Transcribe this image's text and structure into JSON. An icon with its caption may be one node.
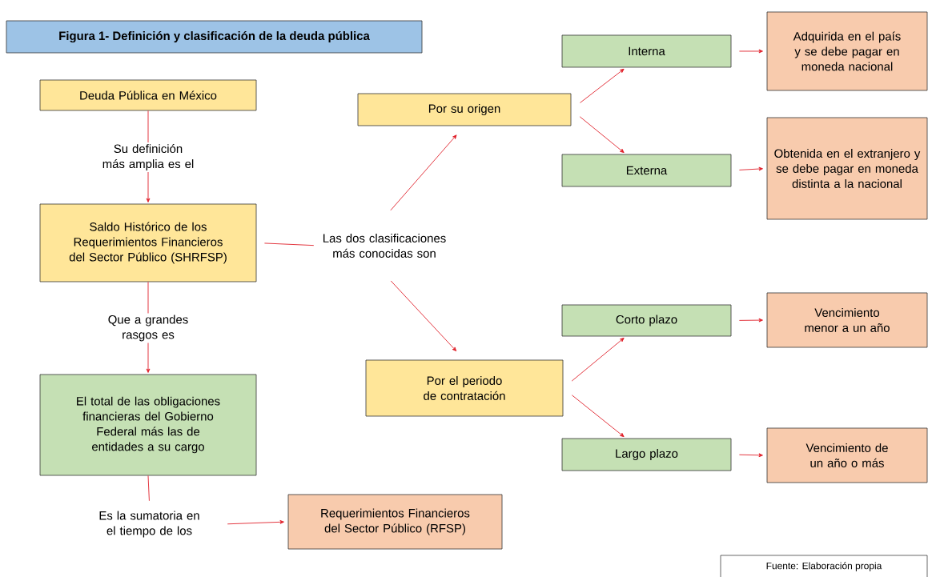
{
  "diagram": {
    "title": "Figura 1- Definición y clasificación de la deuda pública",
    "caption": "Fuente: Elaboración propia",
    "nodes": [
      {
        "text": [
          "Deuda Pública en México"
        ]
      },
      {
        "text": [
          "Saldo Histórico de los Requerimientos Financieros del Sector Público (SHRFSP)"
        ]
      },
      {
        "text": [
          "El total de las obligaciones financieras del Gobierno Federal más las de entidades a su cargo"
        ]
      },
      {
        "text": [
          "Requerimientos Financieros del Sector Público (RFSP)"
        ]
      },
      {
        "text": [
          "Las dos clasificaciones más conocidas son"
        ]
      },
      {
        "text": [
          "Por su origen"
        ]
      },
      {
        "text": [
          "Por el periodo de contratación"
        ]
      },
      {
        "text": [
          "Interna"
        ]
      },
      {
        "text": [
          "Externa"
        ]
      },
      {
        "text": [
          "Adquirida en el país y se debe pagar en moneda nacional"
        ]
      },
      {
        "text": [
          "Obtenida en el extranjero y se debe pagar en moneda distinta a la nacional"
        ]
      },
      {
        "text": [
          "Corto plazo"
        ]
      },
      {
        "text": [
          "Largo plazo"
        ]
      },
      {
        "text": [
          "Vencimiento menor a un año"
        ]
      },
      {
        "text": [
          "Vencimiento de un año o más"
        ]
      },
      {
        "text": [
          "Es la sumatoria en el tiempo de los"
        ]
      }
    ],
    "edges": [
      {
        "from": 0,
        "to": 1,
        "arrow": "to",
        "label": "Su definición más amplia es el"
      },
      {
        "from": 1,
        "to": 2,
        "arrow": "to",
        "label": "Que a grandes rasgos es"
      },
      {
        "from": 1,
        "to": 4,
        "arrow": "none"
      },
      {
        "from": 4,
        "to": 5,
        "arrow": "to"
      },
      {
        "from": 4,
        "to": 6,
        "arrow": "to"
      },
      {
        "from": 5,
        "to": 7,
        "arrow": "to"
      },
      {
        "from": 5,
        "to": 8,
        "arrow": "to"
      },
      {
        "from": 6,
        "to": 11,
        "arrow": "to"
      },
      {
        "from": 6,
        "to": 12,
        "arrow": "to"
      },
      {
        "from": 7,
        "to": 9,
        "arrow": "to"
      },
      {
        "from": 8,
        "to": 10,
        "arrow": "to"
      },
      {
        "from": 11,
        "to": 13,
        "arrow": "to"
      },
      {
        "from": 12,
        "to": 14,
        "arrow": "to"
      },
      {
        "from": 2,
        "to": 15,
        "arrow": "none"
      },
      {
        "from": 15,
        "to": 3,
        "arrow": "to"
      }
    ]
  }
}
